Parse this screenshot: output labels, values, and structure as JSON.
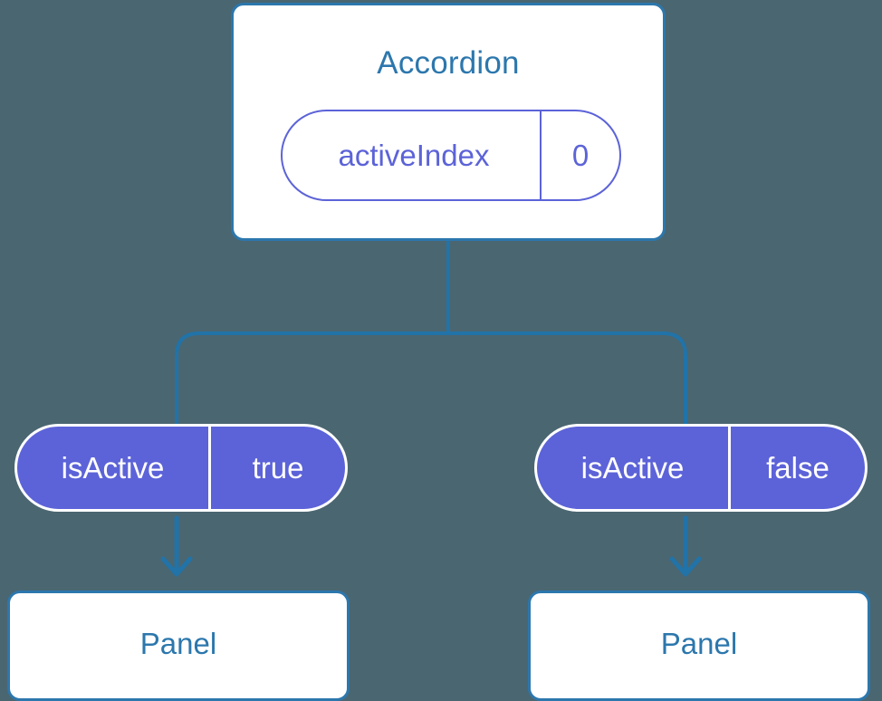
{
  "diagram": {
    "type": "component-tree",
    "background_color": "#4a6671",
    "accent_blue": "#2c77ad",
    "accent_indigo": "#5c63d8",
    "root": {
      "title": "Accordion",
      "state": {
        "key": "activeIndex",
        "value": "0"
      }
    },
    "branches": [
      {
        "prop": {
          "key": "isActive",
          "value": "true"
        },
        "child": {
          "title": "Panel"
        }
      },
      {
        "prop": {
          "key": "isActive",
          "value": "false"
        },
        "child": {
          "title": "Panel"
        }
      }
    ]
  }
}
